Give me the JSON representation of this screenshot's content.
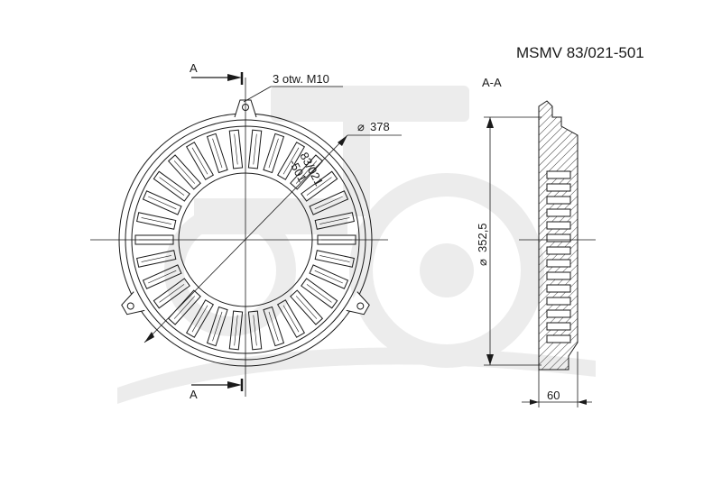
{
  "drawing": {
    "part_number": "MSMV 83/021-501",
    "section_title": "A-A",
    "section_marker_top": "A",
    "section_marker_bottom": "A",
    "holes_note": "3 otw. M10",
    "diameter_outer": "378",
    "diameter_inner": "352,5",
    "engraving_line1": "83/021",
    "engraving_line2": "-501",
    "width_dim": "60",
    "diameter_symbol": "⌀"
  },
  "colors": {
    "line": "#1a1a1a",
    "hatch": "#333333",
    "watermark": "#ebebeb"
  }
}
